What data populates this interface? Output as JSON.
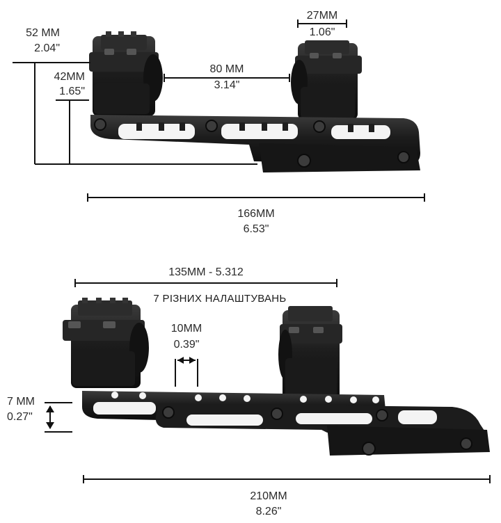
{
  "top_mount": {
    "height_52": {
      "mm": "52 MM",
      "in": "2.04\""
    },
    "height_42": {
      "mm": "42MM",
      "in": "1.65\""
    },
    "ring_width": {
      "mm": "27MM",
      "in": "1.06\""
    },
    "ring_spacing": {
      "mm": "80 MM",
      "in": "3.14\""
    },
    "total_length": {
      "mm": "166MM",
      "in": "6.53\""
    }
  },
  "bottom_mount": {
    "adjust_length": {
      "label": "135MM - 5.312"
    },
    "settings_caption": "7 РІЗНИХ НАЛАШТУВАНЬ",
    "step": {
      "mm": "10MM",
      "in": "0.39\""
    },
    "offset": {
      "mm": "7 MM",
      "in": "0.27\""
    },
    "total_length": {
      "mm": "210MM",
      "in": "8.26\""
    }
  },
  "colors": {
    "metal": "#1b1b1b",
    "metal_light": "#3a3a3a",
    "line": "#111111",
    "text": "#2a2a2a"
  }
}
